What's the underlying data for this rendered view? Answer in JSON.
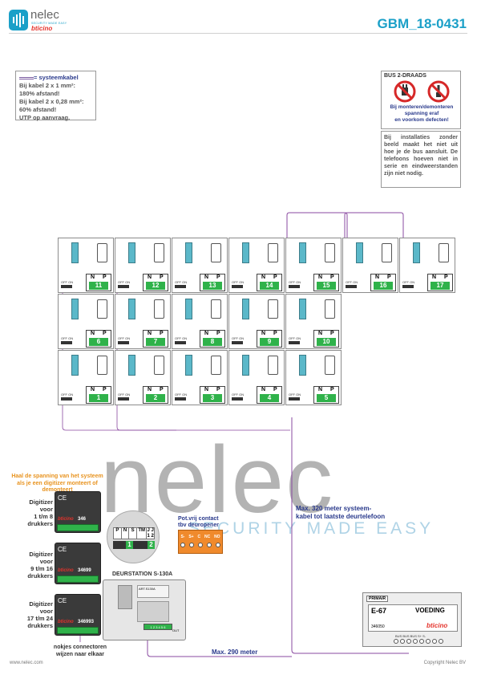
{
  "header": {
    "brand_name": "nelec",
    "brand_tagline": "SECURITY MADE EASY",
    "sub_brand": "bticino",
    "doc_code": "GBM_18-0431"
  },
  "legend": {
    "line1": "= systeemkabel",
    "line2": "Bij kabel 2 x 1 mm²:",
    "line3": "180% afstand!",
    "line4": "Bij kabel 2 x 0,28 mm²:",
    "line5": "60% afstand!",
    "line6": "UTP op aanvraag."
  },
  "warning": {
    "title": "BUS 2-DRAADS",
    "line1": "Bij monteren/demonteren",
    "line2": "spanning eraf",
    "line3": "en voorkom defecten!"
  },
  "note": {
    "text": "Bij installaties zonder beeld maakt het niet uit hoe je de bus aansluit. De telefoons hoeven niet in serie en eindweerstanden zijn niet nodig."
  },
  "phones": {
    "row1": [
      "11",
      "12",
      "13",
      "14",
      "15",
      "16",
      "17"
    ],
    "row2": [
      "6",
      "7",
      "8",
      "9",
      "10"
    ],
    "row3": [
      "1",
      "2",
      "3",
      "4",
      "5"
    ],
    "n_label": "N",
    "p_label": "P",
    "switch_label": "OFF ON"
  },
  "watermark": {
    "text": "nelec",
    "sub": "SECURITY MADE EASY"
  },
  "power_note": "Haal de spanning van het systeem als je een digitizer monteert of demonteert",
  "digitizers": [
    {
      "label_1": "Digitizer",
      "label_2": "voor",
      "label_3": "1 t/m 8",
      "label_4": "drukkers",
      "code": "346"
    },
    {
      "label_1": "Digitizer",
      "label_2": "voor",
      "label_3": "9 t/m 16",
      "label_4": "drukkers",
      "code": "34699"
    },
    {
      "label_1": "Digitizer",
      "label_2": "voor",
      "label_3": "17 t/m 24",
      "label_4": "drukkers",
      "code": "346993"
    }
  ],
  "digitizer_brand": "bticino",
  "connector_note_1": "nokjes connectoren",
  "connector_note_2": "wijzen naar elkaar",
  "zoom_terminal": {
    "labels": [
      "P",
      "N",
      "S",
      "TM"
    ],
    "j_labels": [
      "J",
      "J"
    ],
    "j_nums": [
      "1",
      "2"
    ],
    "left_num": "1",
    "right_num": "2"
  },
  "door_station": {
    "title": "DEURSTATION S-130A",
    "code": "ART.S130A",
    "terminals": "1 2 3 4 5 6",
    "out_label": "OUT"
  },
  "contact": {
    "line1": "Pot.vrij contact",
    "line2": "tbv deuropener",
    "terminals": [
      "S-",
      "S+",
      "C",
      "NC",
      "NO"
    ]
  },
  "max_320": {
    "line1": "Max. 320 meter systeem-",
    "line2": "kabel tot laatste deurtelefoon"
  },
  "max_290": "Max. 290 meter",
  "psu": {
    "primair": "PRIMAIR",
    "model": "E-67",
    "name": "VOEDING",
    "code": "346050",
    "brand": "bticino",
    "terminal_tags": "BUS BUS BUS S+ S-"
  },
  "footer": {
    "left": "www.nelec.com",
    "right": "Copyright Nelec BV"
  },
  "colors": {
    "accent_blue": "#1ba0c8",
    "green_term": "#2fb24a",
    "orange_contact": "#f08a2c",
    "wire_purple": "#8a4aa0",
    "wire_orange": "#e8a25a"
  }
}
